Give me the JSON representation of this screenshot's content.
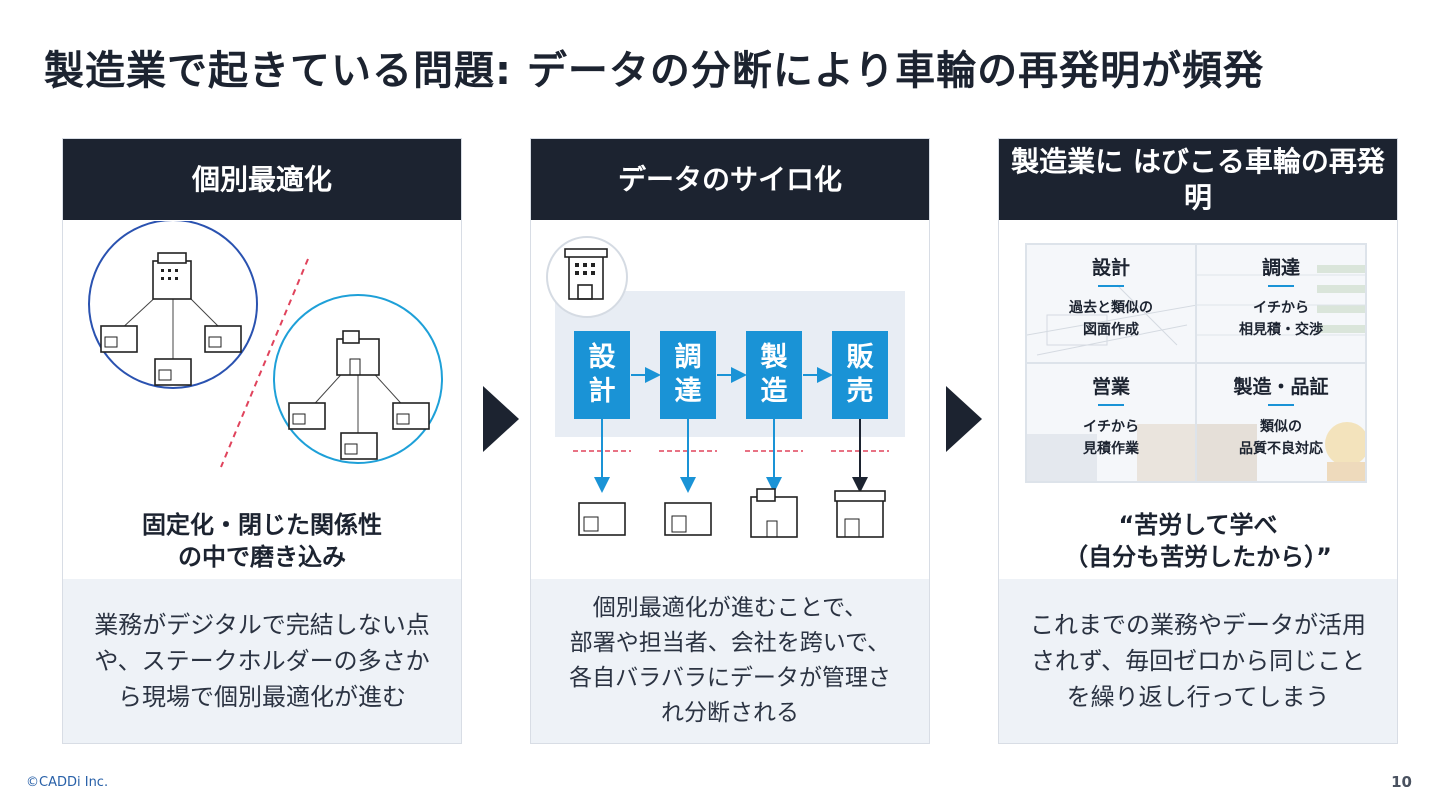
{
  "title": "製造業で起きている問題: データの分断により車輪の再発明が頻発",
  "cards": [
    {
      "header": "個別最適化",
      "caption": "固定化・閉じた関係性\nの中で磨き込み",
      "body": "業務がデジタルで完結しない点\nや、ステークホルダーの多さか\nら現場で個別最適化が進む"
    },
    {
      "header": "データのサイロ化",
      "stages": [
        "設\n計",
        "調\n達",
        "製\n造",
        "販\n売"
      ],
      "body": "個別最適化が進むことで、\n部署や担当者、会社を跨いで、\n各自バラバラにデータが管理さ\nれ分断される"
    },
    {
      "header": "製造業に\nはびこる車輪の再発明",
      "grid": [
        {
          "title": "設計",
          "text": "過去と類似の\n図面作成"
        },
        {
          "title": "調達",
          "text": "イチから\n相見積・交渉"
        },
        {
          "title": "営業",
          "text": "イチから\n見積作業"
        },
        {
          "title": "製造・品証",
          "text": "類似の\n品質不良対応"
        }
      ],
      "caption": "“苦労して学べ\n（自分も苦労したから）”",
      "body": "これまでの業務やデータが活用\nされず、毎回ゼロから同じこと\nを繰り返し行ってしまう"
    }
  ],
  "footer": {
    "copyright": "©CADDi Inc.",
    "page": "10"
  },
  "colors": {
    "navy": "#1c2330",
    "blue": "#1a93d6",
    "circle_blue": "#2a52b0",
    "circle_cyan": "#1ea0d8",
    "dash_red": "#e0435c"
  }
}
